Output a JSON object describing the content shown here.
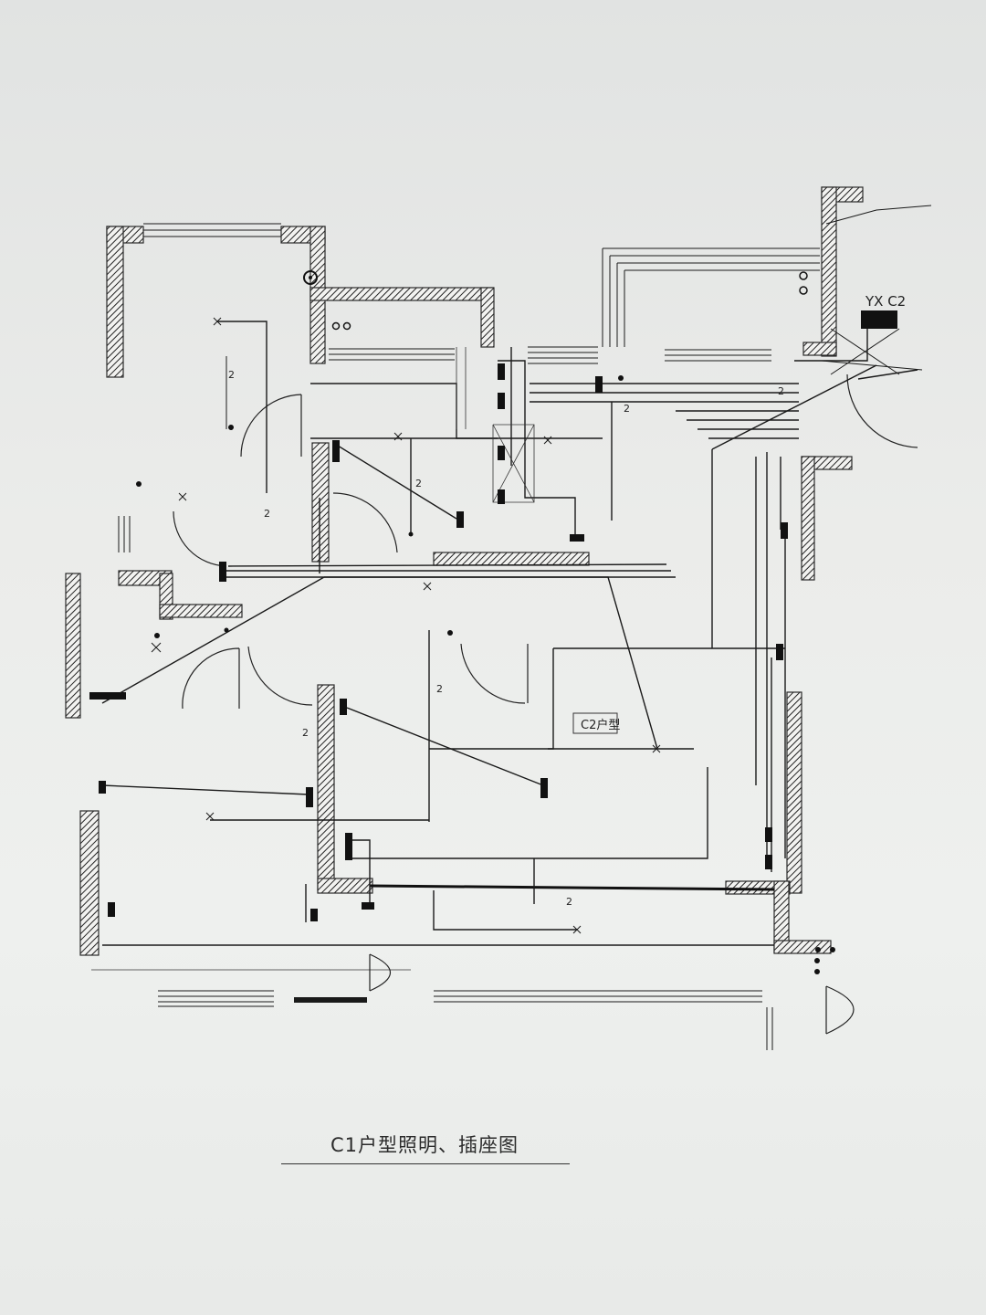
{
  "drawing": {
    "caption": "C1户型照明、插座图",
    "apartment_label": "C2户型",
    "equipment_label": "YX C2",
    "circuit_number": "2"
  },
  "colors": {
    "paper": "#eceeed",
    "ink": "#1a1a1a"
  }
}
